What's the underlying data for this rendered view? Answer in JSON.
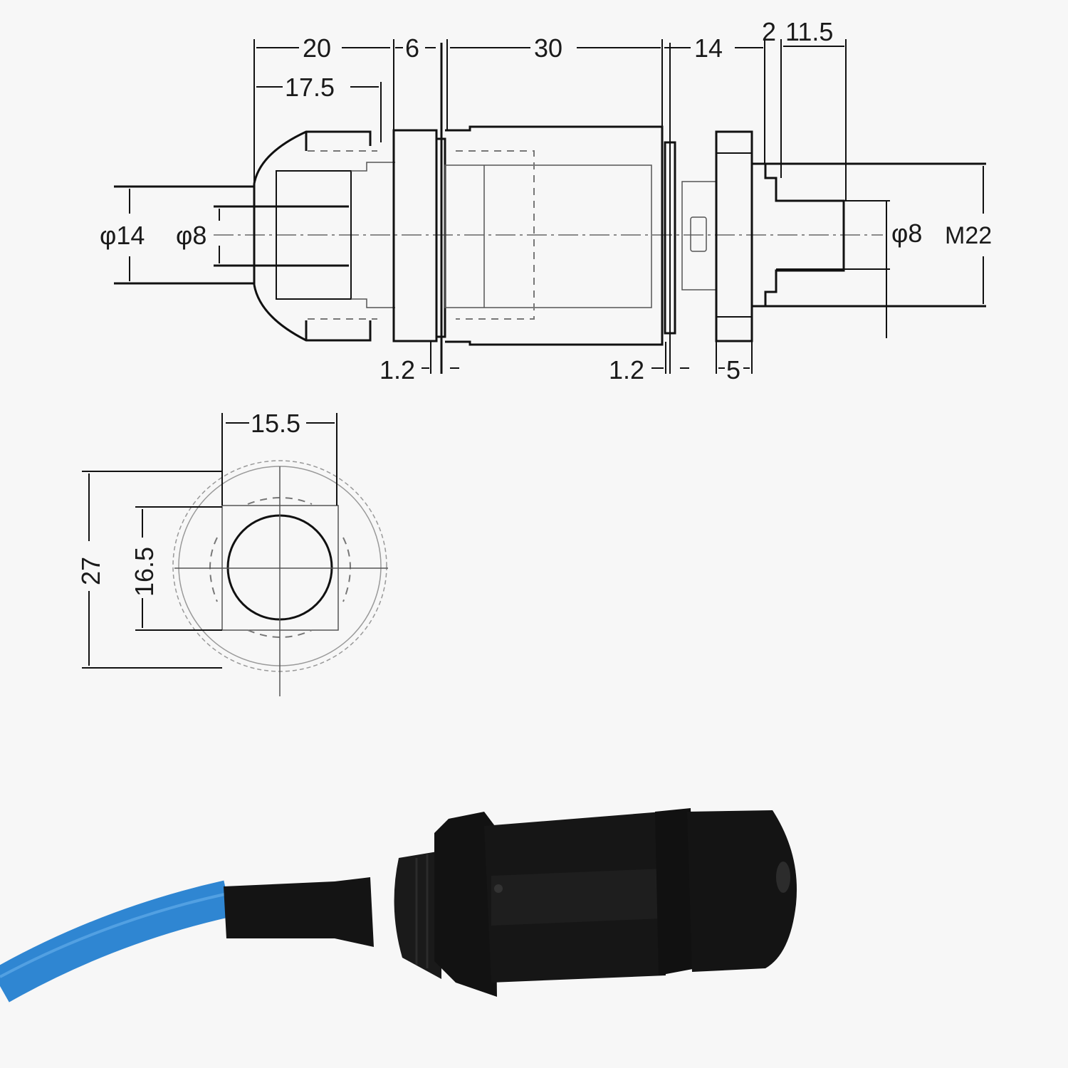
{
  "side_view": {
    "top_dimensions": {
      "d20": "20",
      "d17_5": "17.5",
      "d6": "6",
      "d30": "30",
      "d14": "14",
      "d2": "2",
      "d11_5": "11.5"
    },
    "left_dimensions": {
      "phi14": "φ14",
      "phi8": "φ8"
    },
    "right_dimensions": {
      "phi8": "φ8",
      "m22": "M22"
    },
    "bottom_dimensions": {
      "d1_2_left": "1.2",
      "d1_2_right": "1.2",
      "d5": "5"
    }
  },
  "end_view": {
    "dimensions": {
      "width_15_5": "15.5",
      "height_27": "27",
      "height_16_5": "16.5"
    }
  },
  "product_photo": {
    "connector_color": "#111111",
    "cable_color": "#2f86d2"
  },
  "colors": {
    "background": "#f7f7f7",
    "line": "#111111"
  }
}
